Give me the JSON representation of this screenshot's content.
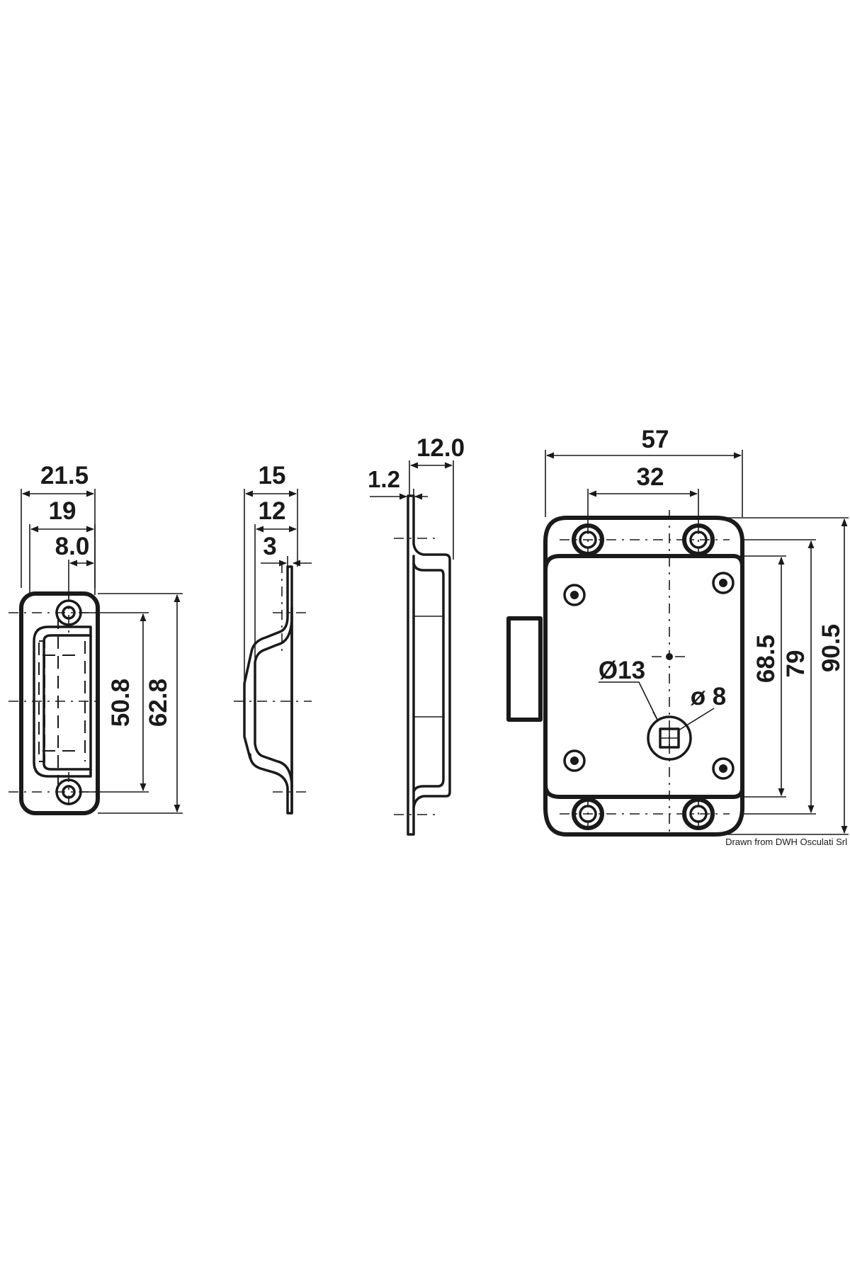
{
  "strike_plate_front": {
    "dim_overall_width": "21.5",
    "dim_inner_width": "19",
    "dim_hole_offset": "8.0",
    "dim_hole_spacing": "50.8",
    "dim_overall_height": "62.8"
  },
  "strike_plate_side": {
    "dim_overall_depth": "15",
    "dim_inner_depth": "12",
    "dim_plate_thickness": "3"
  },
  "lock_side": {
    "dim_body_depth": "12.0",
    "dim_plate_thickness": "1.2"
  },
  "lock_front": {
    "dim_overall_width": "57",
    "dim_hole_spacing": "32",
    "dim_keyhole_diameter": "Ø13",
    "dim_spindle_diameter": "ø 8",
    "dim_body_height": "68.5",
    "dim_hole_spacing_vertical": "79",
    "dim_overall_height": "90.5"
  },
  "credit": "Drawn from DWH Osculati Srl",
  "colors": {
    "line": "#1a1a1a",
    "background": "#ffffff"
  }
}
